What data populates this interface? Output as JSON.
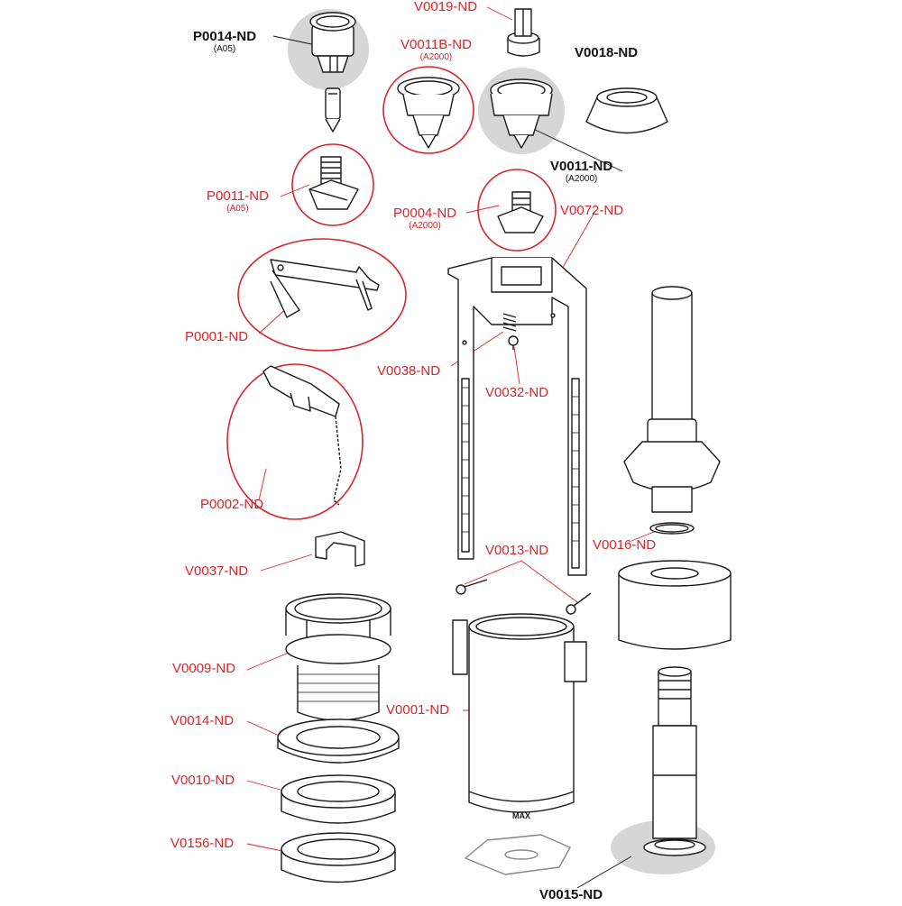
{
  "colors": {
    "accent_red": "#d7262c",
    "outline": "#1a1a1a",
    "highlight_gray": "#d6d6d6"
  },
  "parts": [
    {
      "id": "P0014",
      "code": "P0014-ND",
      "sub": "(A05)",
      "style": "black-highlight"
    },
    {
      "id": "V0019",
      "code": "V0019-ND",
      "sub": "",
      "style": "red"
    },
    {
      "id": "V0011B",
      "code": "V0011B-ND",
      "sub": "(A2000)",
      "style": "red-circled"
    },
    {
      "id": "V0018",
      "code": "V0018-ND",
      "sub": "",
      "style": "black"
    },
    {
      "id": "V0011",
      "code": "V0011-ND",
      "sub": "(A2000)",
      "style": "black-highlight"
    },
    {
      "id": "P0011",
      "code": "P0011-ND",
      "sub": "(A05)",
      "style": "red-circled"
    },
    {
      "id": "P0004",
      "code": "P0004-ND",
      "sub": "(A2000)",
      "style": "red-circled"
    },
    {
      "id": "V0072",
      "code": "V0072-ND",
      "sub": "",
      "style": "red"
    },
    {
      "id": "P0001",
      "code": "P0001-ND",
      "sub": "",
      "style": "red-circled"
    },
    {
      "id": "V0038",
      "code": "V0038-ND",
      "sub": "",
      "style": "red"
    },
    {
      "id": "V0032",
      "code": "V0032-ND",
      "sub": "",
      "style": "red"
    },
    {
      "id": "P0002",
      "code": "P0002-ND",
      "sub": "",
      "style": "red-circled"
    },
    {
      "id": "V0016",
      "code": "V0016-ND",
      "sub": "",
      "style": "red"
    },
    {
      "id": "V0037",
      "code": "V0037-ND",
      "sub": "",
      "style": "red"
    },
    {
      "id": "V0013",
      "code": "V0013-ND",
      "sub": "",
      "style": "red"
    },
    {
      "id": "V0009",
      "code": "V0009-ND",
      "sub": "",
      "style": "red"
    },
    {
      "id": "V0001",
      "code": "V0001-ND",
      "sub": "",
      "style": "red"
    },
    {
      "id": "V0014",
      "code": "V0014-ND",
      "sub": "",
      "style": "red"
    },
    {
      "id": "V0010",
      "code": "V0010-ND",
      "sub": "",
      "style": "red"
    },
    {
      "id": "V0156",
      "code": "V0156-ND",
      "sub": "",
      "style": "red"
    },
    {
      "id": "V0015",
      "code": "V0015-ND",
      "sub": "",
      "style": "black-highlight"
    }
  ],
  "cylinder_marking": "MAX"
}
